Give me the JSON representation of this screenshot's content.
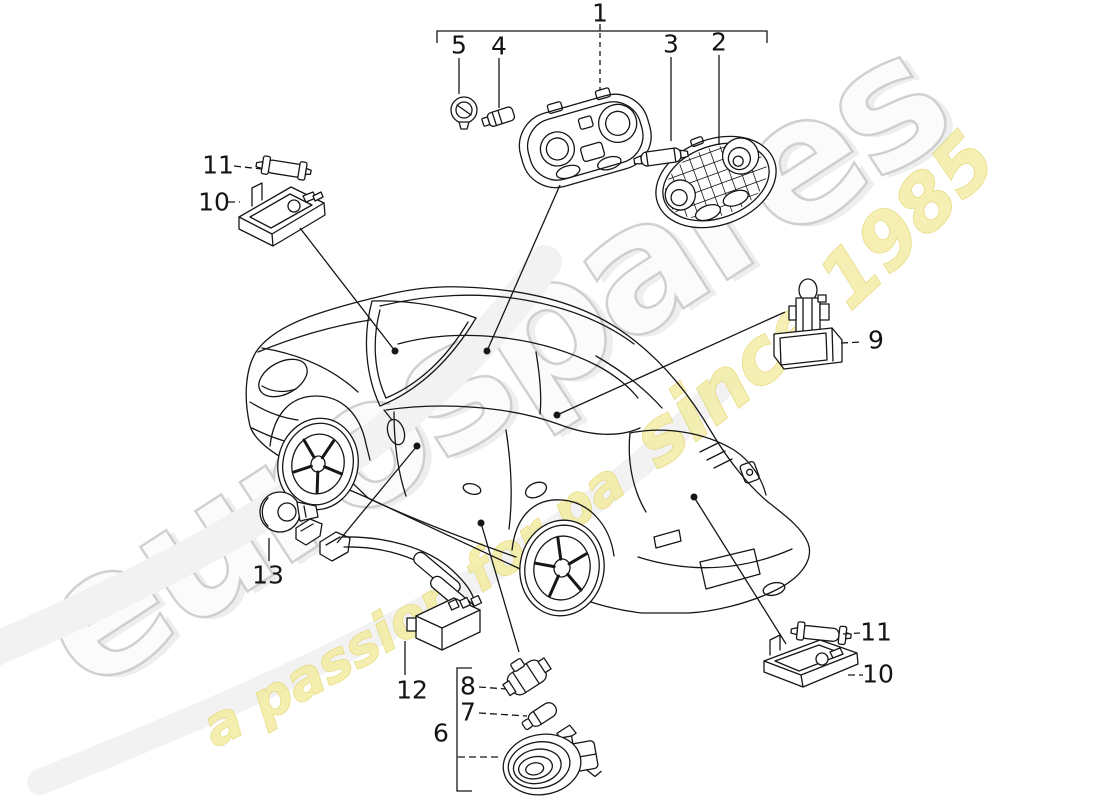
{
  "watermark": {
    "brand": "eurospares",
    "tagline_part1": "a passion for parts",
    "tagline_part2": "since 1985",
    "brand_fill": "#fbfbfb",
    "brand_outline": "#c1c1c1",
    "tagline_fill": "#f3eca2",
    "tagline_outline": "#dfcf5a"
  },
  "diagram": {
    "line_color": "#161616",
    "background": "#ffffff"
  },
  "labels": {
    "l1": "1",
    "l2": "2",
    "l3": "3",
    "l4": "4",
    "l5": "5",
    "l6": "6",
    "l7": "7",
    "l8": "8",
    "l9": "9",
    "l10a": "10",
    "l11a": "11",
    "l10b": "10",
    "l11b": "11",
    "l12": "12",
    "l13": "13"
  }
}
